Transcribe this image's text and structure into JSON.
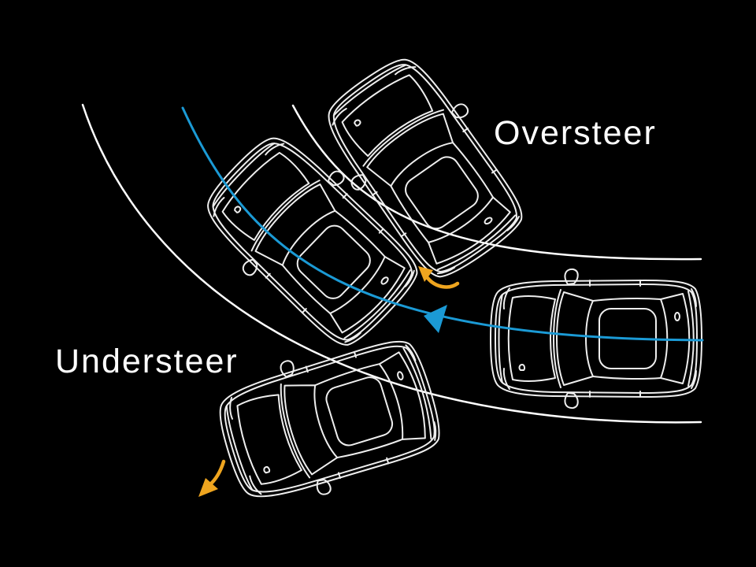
{
  "diagram": {
    "labels": {
      "oversteer": "Oversteer",
      "understeer": "Understeer"
    },
    "colors": {
      "background": "#000000",
      "road_line_white": "#ffffff",
      "car_outline_white": "#eeeeee",
      "ideal_path_blue": "#1b9ad5",
      "arrow_orange": "#efa51f",
      "text_white": "#ffffff"
    },
    "icons": {
      "cars": [
        "car-entry",
        "car-oversteer-mid",
        "car-oversteer-end",
        "car-understeer"
      ],
      "arrows": [
        "path-direction-arrow",
        "oversteer-rotation-arrow",
        "understeer-direction-arrow"
      ]
    }
  }
}
